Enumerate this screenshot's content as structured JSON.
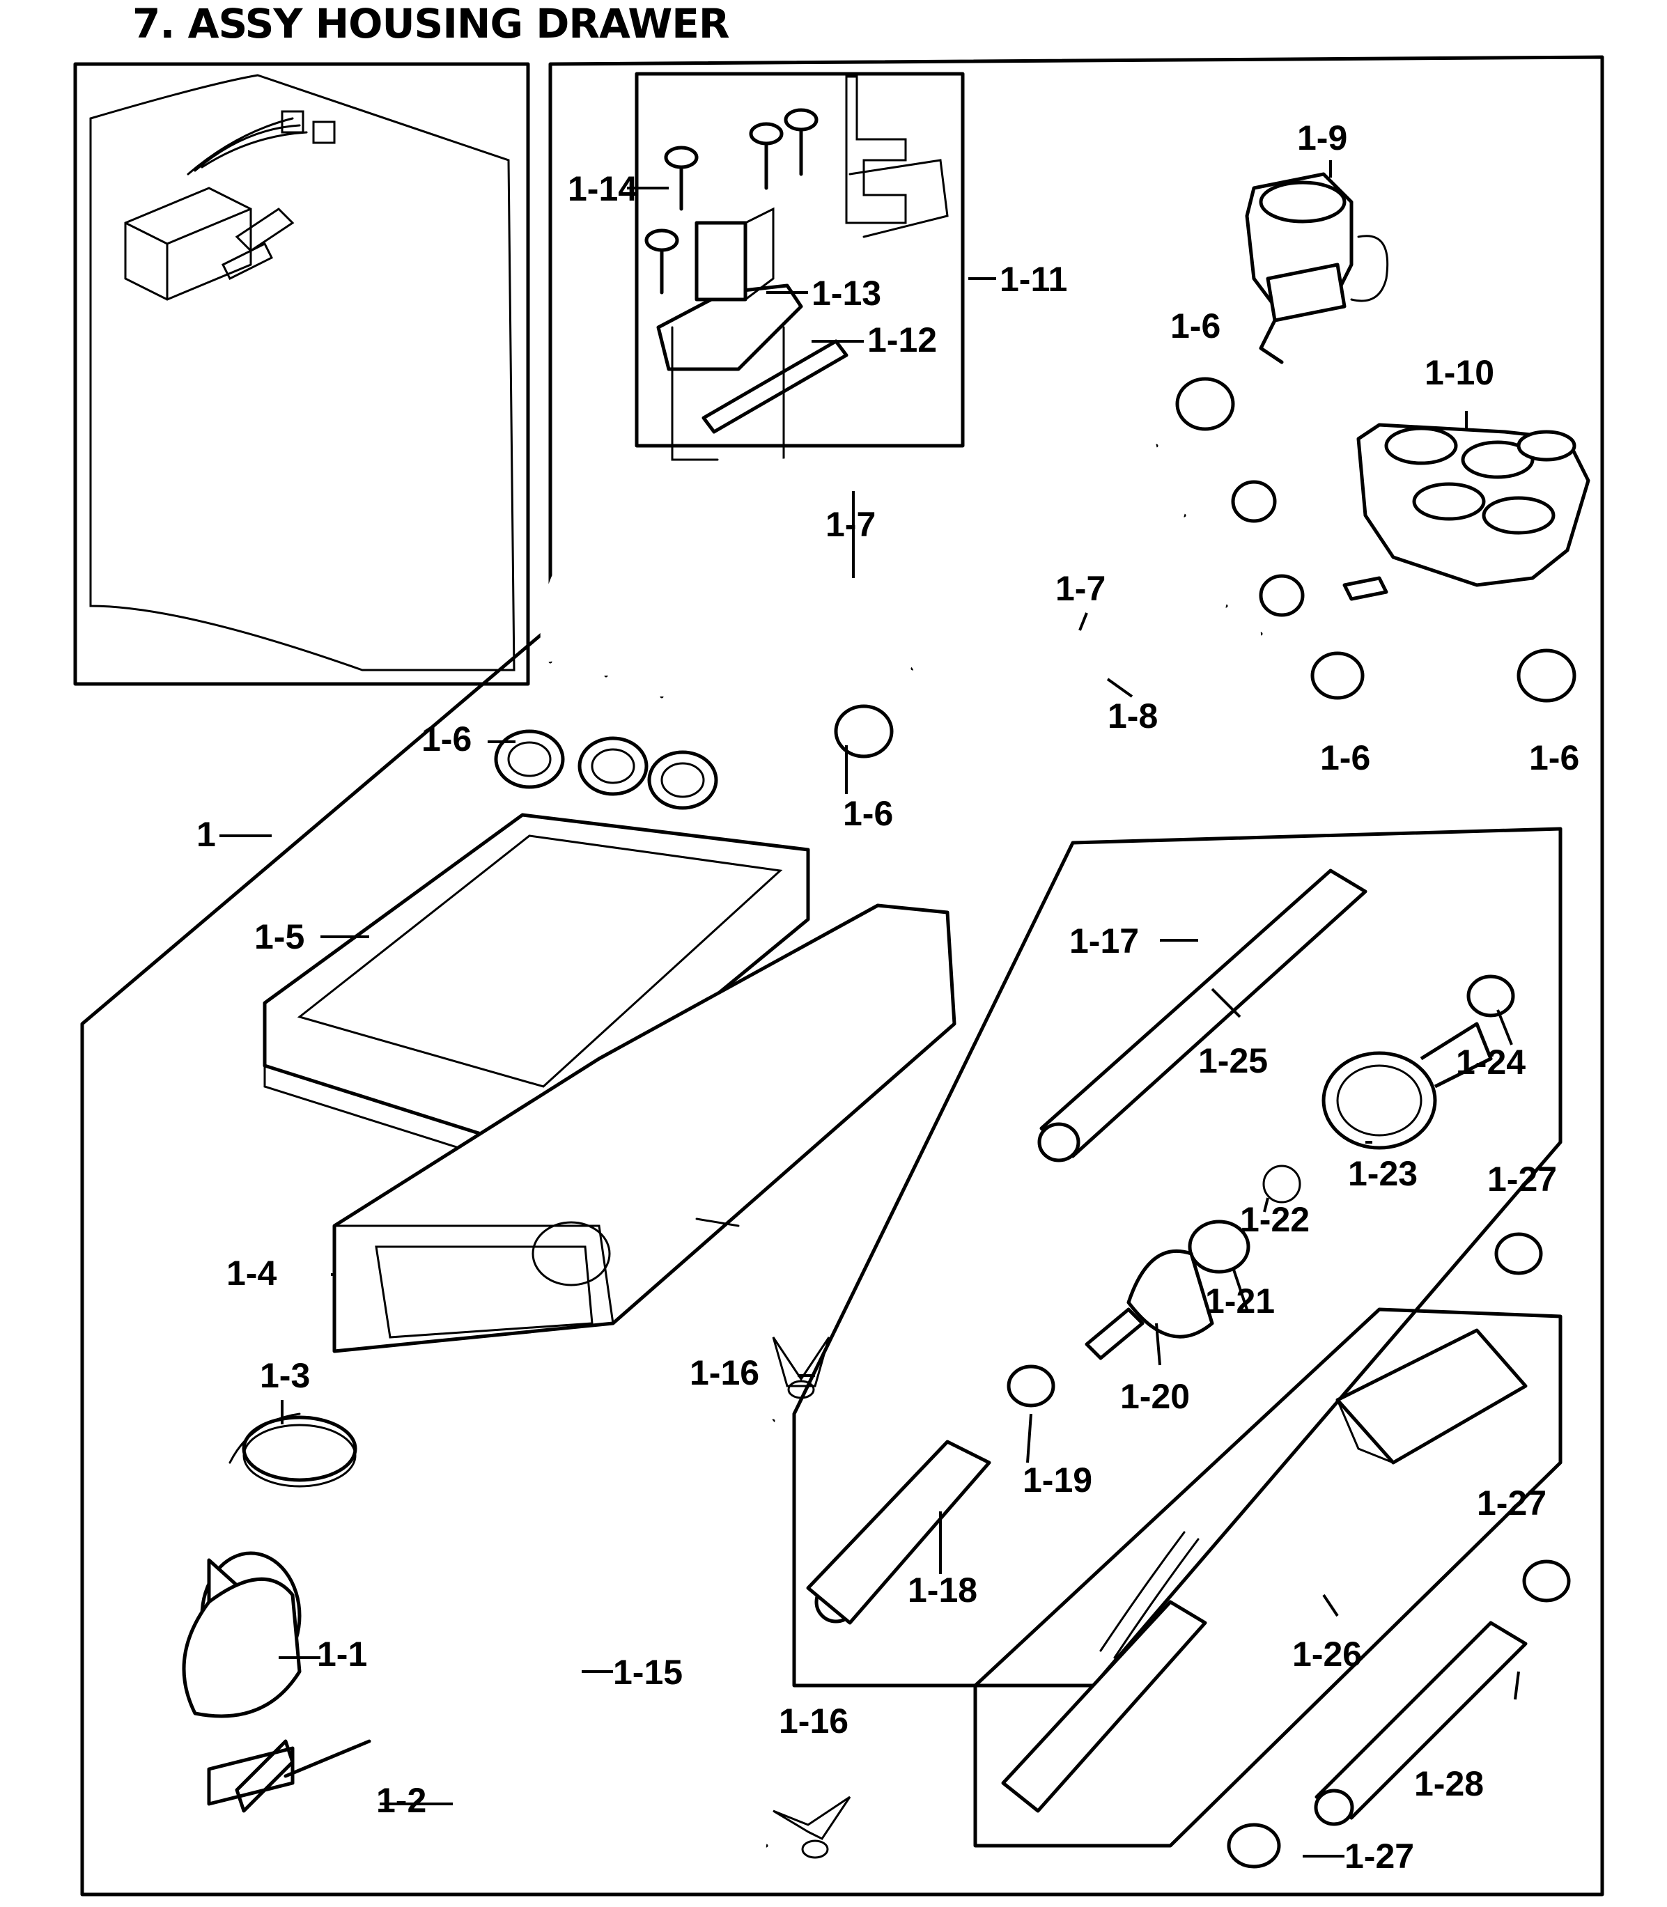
{
  "title": "7. ASSY HOUSING DRAWER",
  "labels": {
    "p1": "1",
    "p1_1": "1-1",
    "p1_2": "1-2",
    "p1_3": "1-3",
    "p1_4": "1-4",
    "p1_5": "1-5",
    "p1_6": "1-6",
    "p1_7": "1-7",
    "p1_8": "1-8",
    "p1_9": "1-9",
    "p1_10": "1-10",
    "p1_11": "1-11",
    "p1_12": "1-12",
    "p1_13": "1-13",
    "p1_14": "1-14",
    "p1_15": "1-15",
    "p1_16": "1-16",
    "p1_17": "1-17",
    "p1_18": "1-18",
    "p1_19": "1-19",
    "p1_20": "1-20",
    "p1_21": "1-21",
    "p1_22": "1-22",
    "p1_23": "1-23",
    "p1_24": "1-24",
    "p1_25": "1-25",
    "p1_26": "1-26",
    "p1_27": "1-27",
    "p1_28": "1-28"
  }
}
